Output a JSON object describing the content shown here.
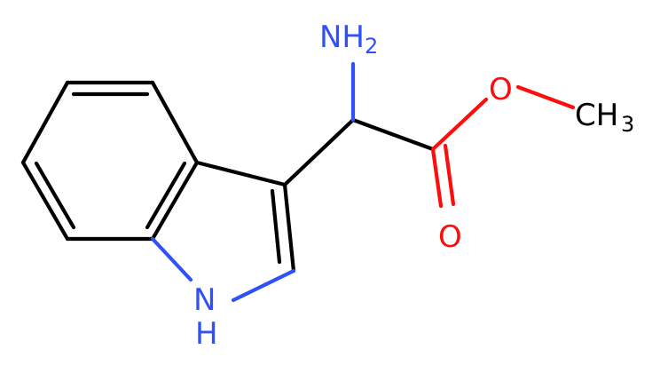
{
  "molecule": {
    "atoms": {
      "amine": {
        "symbol": "NH",
        "subscript": "2",
        "color": "#3050F8"
      },
      "indole_nh": {
        "symbol": "H",
        "element": "N",
        "color": "#3050F8"
      },
      "ester_o": {
        "symbol": "O",
        "color": "#FF0D0D"
      },
      "carbonyl_o": {
        "symbol": "O",
        "color": "#FF0D0D"
      },
      "methyl": {
        "symbol": "CH",
        "subscript": "3",
        "color": "#000000"
      }
    },
    "bond_color": "#000000"
  }
}
